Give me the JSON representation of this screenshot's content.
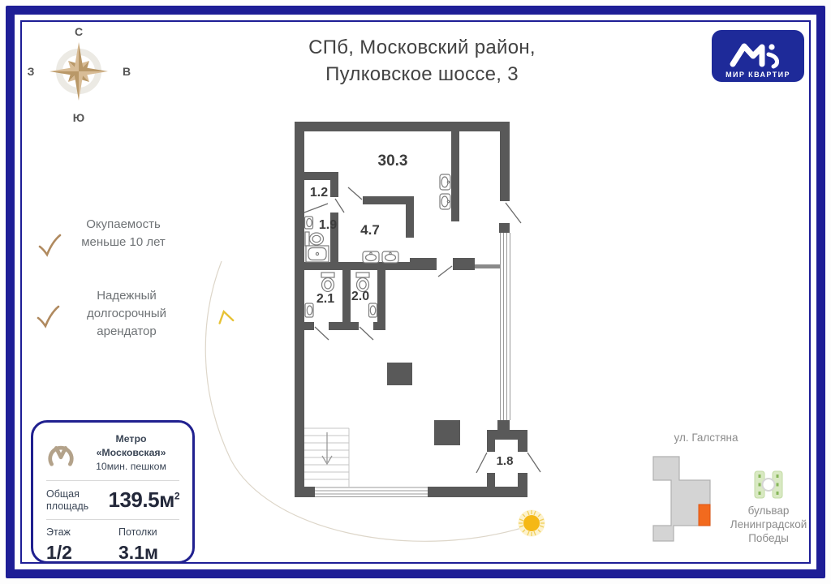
{
  "header": {
    "address_line1": "СПб, Московский район,",
    "address_line2": "Пулковское шоссе, 3"
  },
  "brand": {
    "name": "МИР КВАРТИР"
  },
  "compass": {
    "north": "С",
    "south": "Ю",
    "west": "З",
    "east": "В"
  },
  "badges": {
    "payback": {
      "line1": "Окупаемость",
      "line2": "меньше 10 лет"
    },
    "tenant": {
      "line1": "Надежный",
      "line2": "долгосрочный",
      "line3": "арендатор"
    }
  },
  "plan": {
    "rooms": [
      {
        "id": "hall-30-3",
        "area": "30.3"
      },
      {
        "id": "closet-1-2",
        "area": "1.2"
      },
      {
        "id": "wc-1-9",
        "area": "1.9"
      },
      {
        "id": "hall-4-7",
        "area": "4.7"
      },
      {
        "id": "wc-2-1",
        "area": "2.1"
      },
      {
        "id": "wc-2-0",
        "area": "2.0"
      },
      {
        "id": "vestibule-1-8",
        "area": "1.8"
      }
    ]
  },
  "info_card": {
    "metro_name": "Метро «Московская»",
    "metro_walk": "10мин. пешком",
    "area_label": "Общая площадь",
    "area_value": "139.5м",
    "area_sup": "2",
    "floor_label": "Этаж",
    "floor_value": "1/2",
    "ceiling_label": "Потолки",
    "ceiling_value": "3.1м"
  },
  "minimap": {
    "street_top": "ул. Галстяна",
    "boulevard_line1": "бульвар",
    "boulevard_line2": "Ленинградской",
    "boulevard_line3": "Победы"
  },
  "colors": {
    "frame": "#1e1e96",
    "wall": "#595959",
    "accent_tan": "#c2a177",
    "brand_blue": "#1e2a99",
    "highlight_orange": "#f26a1e",
    "sun_yellow": "#f5c01a",
    "park_green": "#d9e9c3"
  }
}
